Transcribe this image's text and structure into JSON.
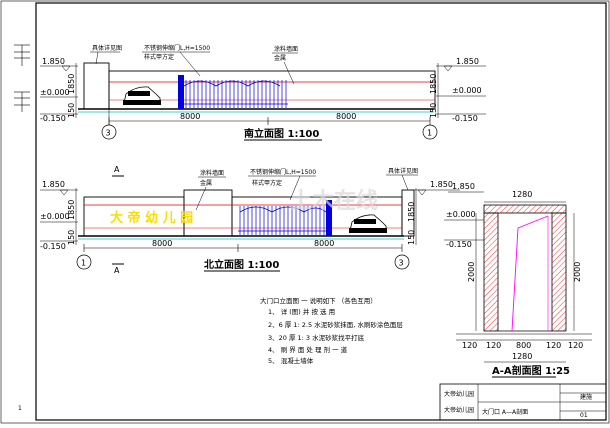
{
  "south": {
    "title": "南立面图 1:100",
    "label_left_wall": "具体详见图",
    "label_gate": "不锈钢伸缩门L,H=1500",
    "label_gate_sub": "样式甲方定",
    "label_right_wall": "涂料墙面",
    "label_right_sub": "金属",
    "elev_top": "1.850",
    "elev_zero": "±0.000",
    "elev_bottom": "-0.150",
    "dim_h1": "1850",
    "dim_h2": "150",
    "dim_span_left": "8000",
    "dim_span_right": "8000",
    "axis_left": "3",
    "axis_right": "1"
  },
  "north": {
    "title": "北立面图 1:100",
    "label_wall": "涂料墙面",
    "label_wall_sub": "金属",
    "label_gate": "不锈钢伸缩门L,H=1500",
    "label_gate_sub": "样式甲方定",
    "label_right": "具体详见图",
    "elev_top": "1.850",
    "elev_zero": "±0.000",
    "elev_bottom": "-0.150",
    "dim_h1": "1850",
    "dim_h2": "150",
    "dim_span_left": "8000",
    "dim_span_right": "8000",
    "axis_left": "1",
    "axis_right": "3",
    "section_mark_top": "A",
    "section_mark_bottom": "A",
    "school_sign": "大 帝 幼 儿 园"
  },
  "section": {
    "title": "A-A剖面图 1:25",
    "dim_top": "1280",
    "elev_top": "1.850",
    "elev_zero": "±0.000",
    "elev_bottom": "-0.150",
    "dim_height_left": "2000",
    "dim_height_right": "2000",
    "dim_bottom_parts": [
      "120",
      "120",
      "800",
      "120",
      "120"
    ],
    "dim_bottom_total": "1280"
  },
  "notes": {
    "heading": "大门口立面图     一 说明如下  （各色互用）",
    "lines": [
      "1、 详 (图) 并 按 选 用",
      "2、6 厚 1: 2.5 水泥砂浆抹面, 水刷砂涂色面层",
      "3、20 厚 1: 3 水泥砂浆找平打底",
      "4、 刷 界 面 处 理 剂 一 道",
      "5、 混凝土墙体"
    ]
  },
  "title_block": {
    "project": "大帝幼儿园",
    "drawing": "大门口 A—A剖面",
    "sheet_code": "建施",
    "number": "01",
    "scale": "",
    "left_label": "大帝幼儿园"
  },
  "margin_page_no": "1",
  "watermark": "土木在线",
  "colors": {
    "outline": "#000000",
    "red": "#e00000",
    "blue": "#0000e0",
    "magenta": "#ff00ff",
    "green": "#00a000",
    "hatch": "#ff0000",
    "sign_yellow": "#ffdc00",
    "cyan": "#00c0c0"
  }
}
